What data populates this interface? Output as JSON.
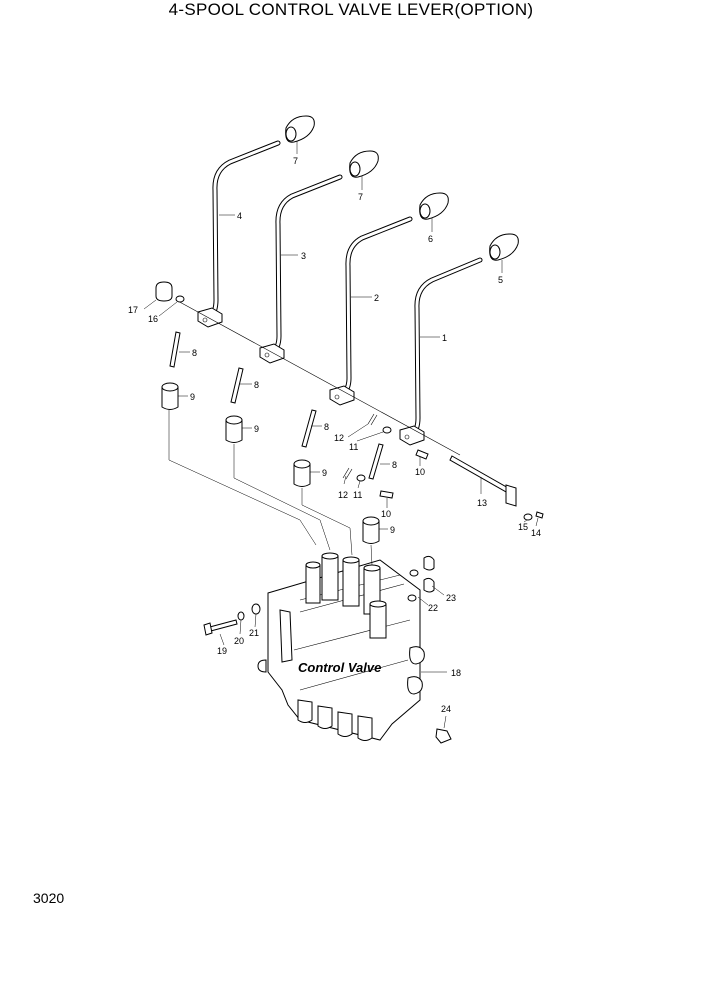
{
  "title": "4-SPOOL CONTROL VALVE LEVER(OPTION)",
  "page_number": "3020",
  "main_label": "Control Valve",
  "callouts": [
    "1",
    "2",
    "3",
    "4",
    "5",
    "6",
    "7",
    "7",
    "8",
    "8",
    "8",
    "8",
    "9",
    "9",
    "9",
    "9",
    "10",
    "10",
    "11",
    "11",
    "12",
    "12",
    "13",
    "14",
    "15",
    "16",
    "17",
    "18",
    "19",
    "20",
    "21",
    "22",
    "23",
    "24"
  ]
}
